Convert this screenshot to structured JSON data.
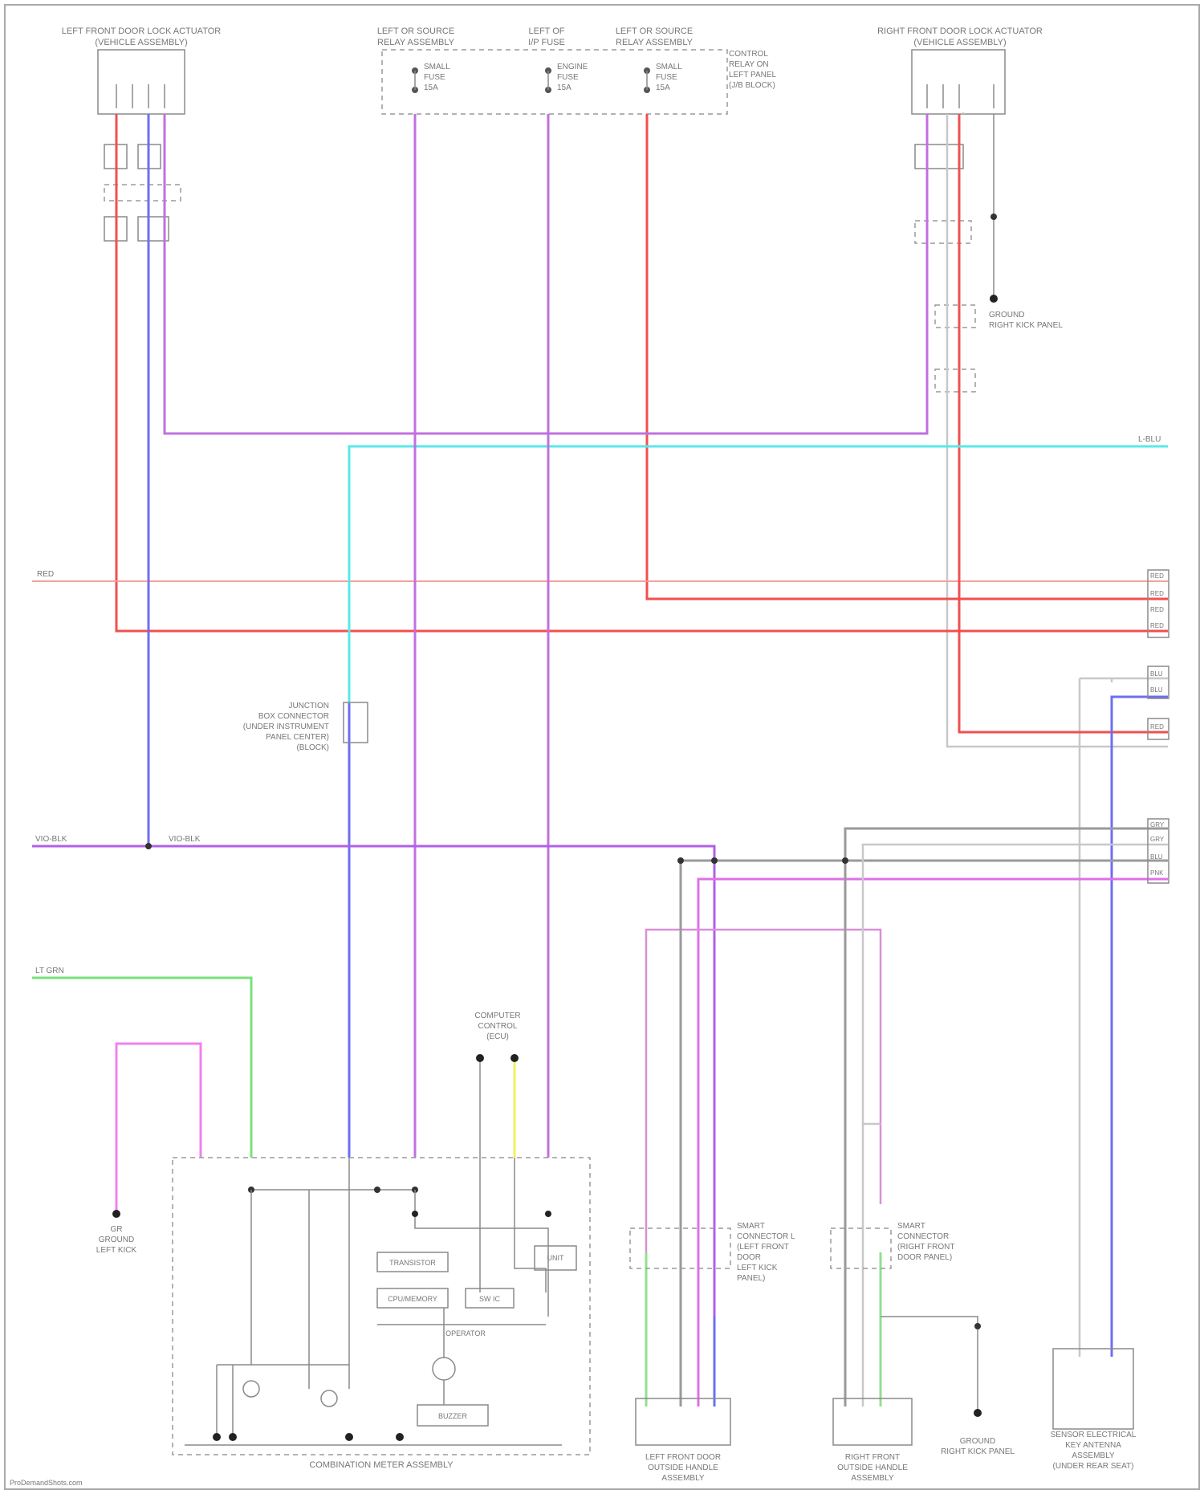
{
  "diagram": {
    "title": "",
    "components": {
      "lf_door_lock": [
        "LEFT FRONT DOOR LOCK ACTUATOR",
        "(VEHICLE ASSEMBLY)"
      ],
      "rf_door_lock": [
        "RIGHT FRONT DOOR LOCK ACTUATOR",
        "(VEHICLE ASSEMBLY)"
      ],
      "fuse_l": [
        "LEFT OR SOURCE",
        "RELAY ASSEMBLY"
      ],
      "fuse_m": [
        "LEFT OF",
        "I/P FUSE"
      ],
      "fuse_r": [
        "LEFT OR SOURCE",
        "RELAY ASSEMBLY"
      ],
      "fuse_note": [
        "CONTROL",
        "RELAY ON",
        "LEFT PANEL",
        "(J/B BLOCK)"
      ],
      "fuse_items": [
        [
          "SMALL",
          "FUSE",
          "15A"
        ],
        [
          "ENGINE",
          "FUSE",
          "15A"
        ],
        [
          "SMALL",
          "FUSE",
          "15A"
        ]
      ],
      "ground_r": [
        "GROUND",
        "RIGHT KICK PANEL"
      ],
      "junction": [
        "JUNCTION",
        "BOX CONNECTOR",
        "(UNDER INSTRUMENT",
        "PANEL CENTER)",
        "(BLOCK)"
      ],
      "ground_l": [
        "GR",
        "GROUND",
        "LEFT KICK"
      ],
      "computer_note": [
        "COMPUTER",
        "CONTROL",
        "(ECU)"
      ],
      "main_module": "COMBINATION METER ASSEMBLY",
      "module_parts": [
        "TRANSISTOR",
        "CPU/MEMORY",
        "BUZZER",
        "SW IC",
        "UNIT",
        "OPERATOR"
      ],
      "smart_conn_l": [
        "SMART",
        "CONNECTOR L",
        "(LEFT FRONT",
        "DOOR",
        "LEFT KICK",
        "PANEL)"
      ],
      "smart_conn_r": [
        "SMART",
        "CONNECTOR",
        "(RIGHT FRONT",
        "DOOR PANEL)"
      ],
      "lf_door_unit": [
        "LEFT FRONT DOOR",
        "OUTSIDE HANDLE",
        "ASSEMBLY"
      ],
      "rf_door_unit": [
        "RIGHT FRONT",
        "OUTSIDE HANDLE",
        "ASSEMBLY"
      ],
      "ground_b": [
        "GROUND",
        "RIGHT KICK PANEL"
      ],
      "rear_unit": [
        "SENSOR ELECTRICAL",
        "KEY ANTENNA",
        "ASSEMBLY",
        "(UNDER REAR SEAT)"
      ]
    },
    "wire_labels": {
      "cyan_r": "L-BLU",
      "red_top": "RED",
      "purple_l": "VIO-BLK",
      "purple_m": "VIO-BLK",
      "green": "LT GRN"
    },
    "edge_labels": [
      "RED",
      "RED",
      "RED",
      "RED",
      "BLU",
      "RED",
      "BLU",
      "GRY",
      "GRY",
      "BLU",
      "PNK"
    ],
    "footer": "ProDemandShots.com"
  }
}
